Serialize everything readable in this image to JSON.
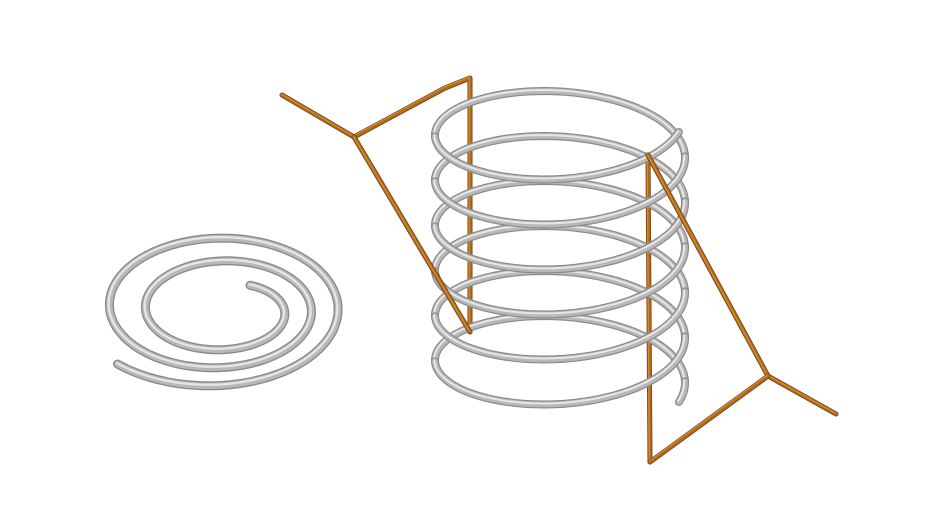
{
  "scene": {
    "background": "#ffffff",
    "objects": [
      {
        "name": "flat-spiral-coil",
        "kind": "planar spiral tube",
        "turns": 2.5,
        "material_color": "#b8b8b8",
        "highlight_color": "#e6e6e6",
        "shadow_color": "#8a8a8a"
      },
      {
        "name": "helical-coil",
        "kind": "cylindrical helix tube",
        "turns": 6,
        "material_color": "#b8b8b8",
        "highlight_color": "#e6e6e6",
        "shadow_color": "#8a8a8a"
      },
      {
        "name": "lead-wire",
        "kind": "copper lead wire",
        "material_color": "#b06a1c",
        "highlight_color": "#d38a3a",
        "shadow_color": "#6e3f0c"
      }
    ]
  }
}
